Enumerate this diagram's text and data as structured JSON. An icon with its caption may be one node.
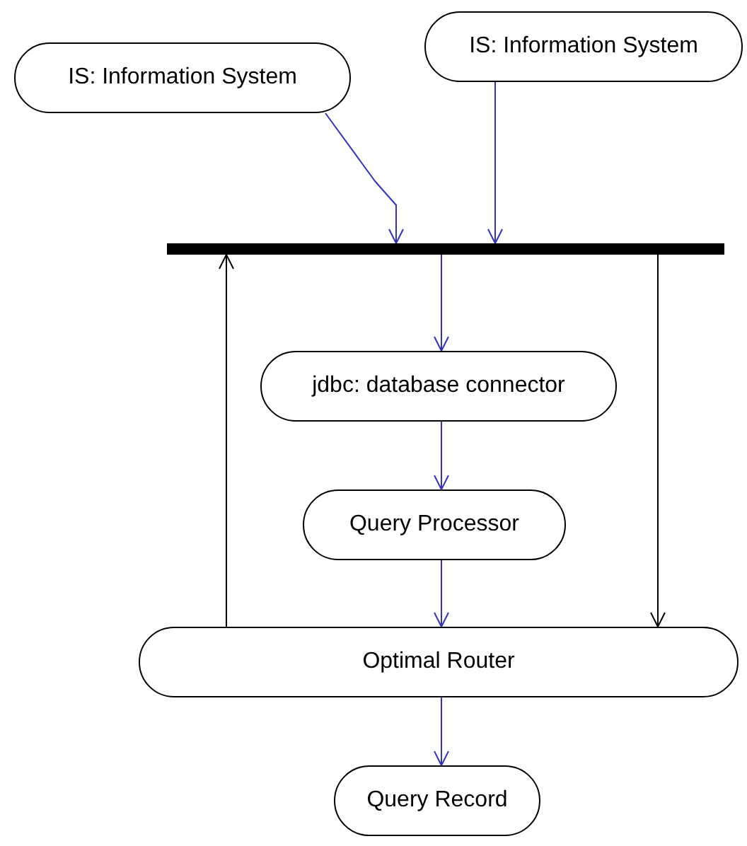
{
  "diagram": {
    "nodes": [
      {
        "text": [
          "IS: Information System"
        ]
      },
      {
        "text": [
          "IS: Information System"
        ]
      },
      {
        "text": [],
        "shape": "bar"
      },
      {
        "text": [
          "jdbc: database connector"
        ]
      },
      {
        "text": [
          "Query Processor"
        ]
      },
      {
        "text": [
          "Optimal Router"
        ]
      },
      {
        "text": [
          "Query Record"
        ]
      }
    ],
    "edges": [
      {
        "from": 0,
        "to": 2,
        "arrow": "to"
      },
      {
        "from": 1,
        "to": 2,
        "arrow": "to"
      },
      {
        "from": 2,
        "to": 3,
        "arrow": "to"
      },
      {
        "from": 3,
        "to": 4,
        "arrow": "to"
      },
      {
        "from": 4,
        "to": 5,
        "arrow": "to"
      },
      {
        "from": 5,
        "to": 2,
        "arrow": "to",
        "color": "#000000"
      },
      {
        "from": 2,
        "to": 5,
        "arrow": "to",
        "color": "#000000"
      },
      {
        "from": 5,
        "to": 6,
        "arrow": "to"
      }
    ]
  }
}
